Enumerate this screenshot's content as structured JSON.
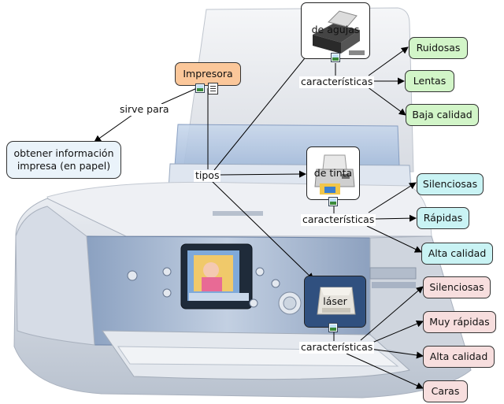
{
  "concepts": {
    "impresora": "Impresora",
    "obtener": "obtener información impresa (en papel)",
    "agujas": "de agujas",
    "tinta": "de tinta",
    "laser": "láser",
    "agujas_features": [
      "Ruidosas",
      "Lentas",
      "Baja calidad"
    ],
    "tinta_features": [
      "Silenciosas",
      "Rápidas",
      "Alta calidad"
    ],
    "laser_features": [
      "Silenciosas",
      "Muy rápidas",
      "Alta calidad",
      "Caras"
    ]
  },
  "links": {
    "sirve_para": "sirve para",
    "tipos": "tipos",
    "caracteristicas": "características"
  },
  "colors": {
    "agujas_features": "#d2f5c8",
    "tinta_features": "#c9f3f4",
    "laser_features": "#f7dede",
    "root": "#fbc79a"
  },
  "icons": [
    "image-icon",
    "document-icon"
  ]
}
